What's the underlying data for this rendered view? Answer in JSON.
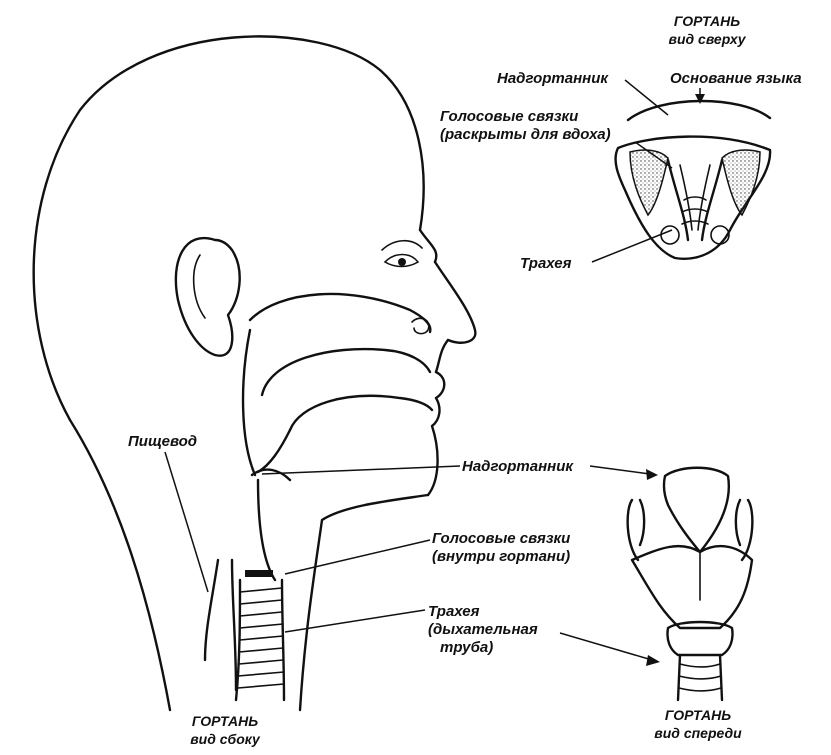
{
  "top_view": {
    "title_line1": "ГОРТАНЬ",
    "title_line2": "вид сверху",
    "epiglottis": "Надгортанник",
    "tongue_base": "Основание языка",
    "vocal_cords_line1": "Голосовые связки",
    "vocal_cords_line2": "(раскрыты для вдоха)",
    "trachea": "Трахея"
  },
  "head_view": {
    "esophagus": "Пищевод",
    "epiglottis": "Надгортанник",
    "vocal_cords_line1": "Голосовые связки",
    "vocal_cords_line2": "(внутри гортани)",
    "trachea_line1": "Трахея",
    "trachea_line2": "(дыхательная",
    "trachea_line3": "труба)"
  },
  "side_view": {
    "title_line1": "ГОРТАНЬ",
    "title_line2": "вид сбоку"
  },
  "front_view": {
    "title_line1": "ГОРТАНЬ",
    "title_line2": "вид спереди"
  }
}
